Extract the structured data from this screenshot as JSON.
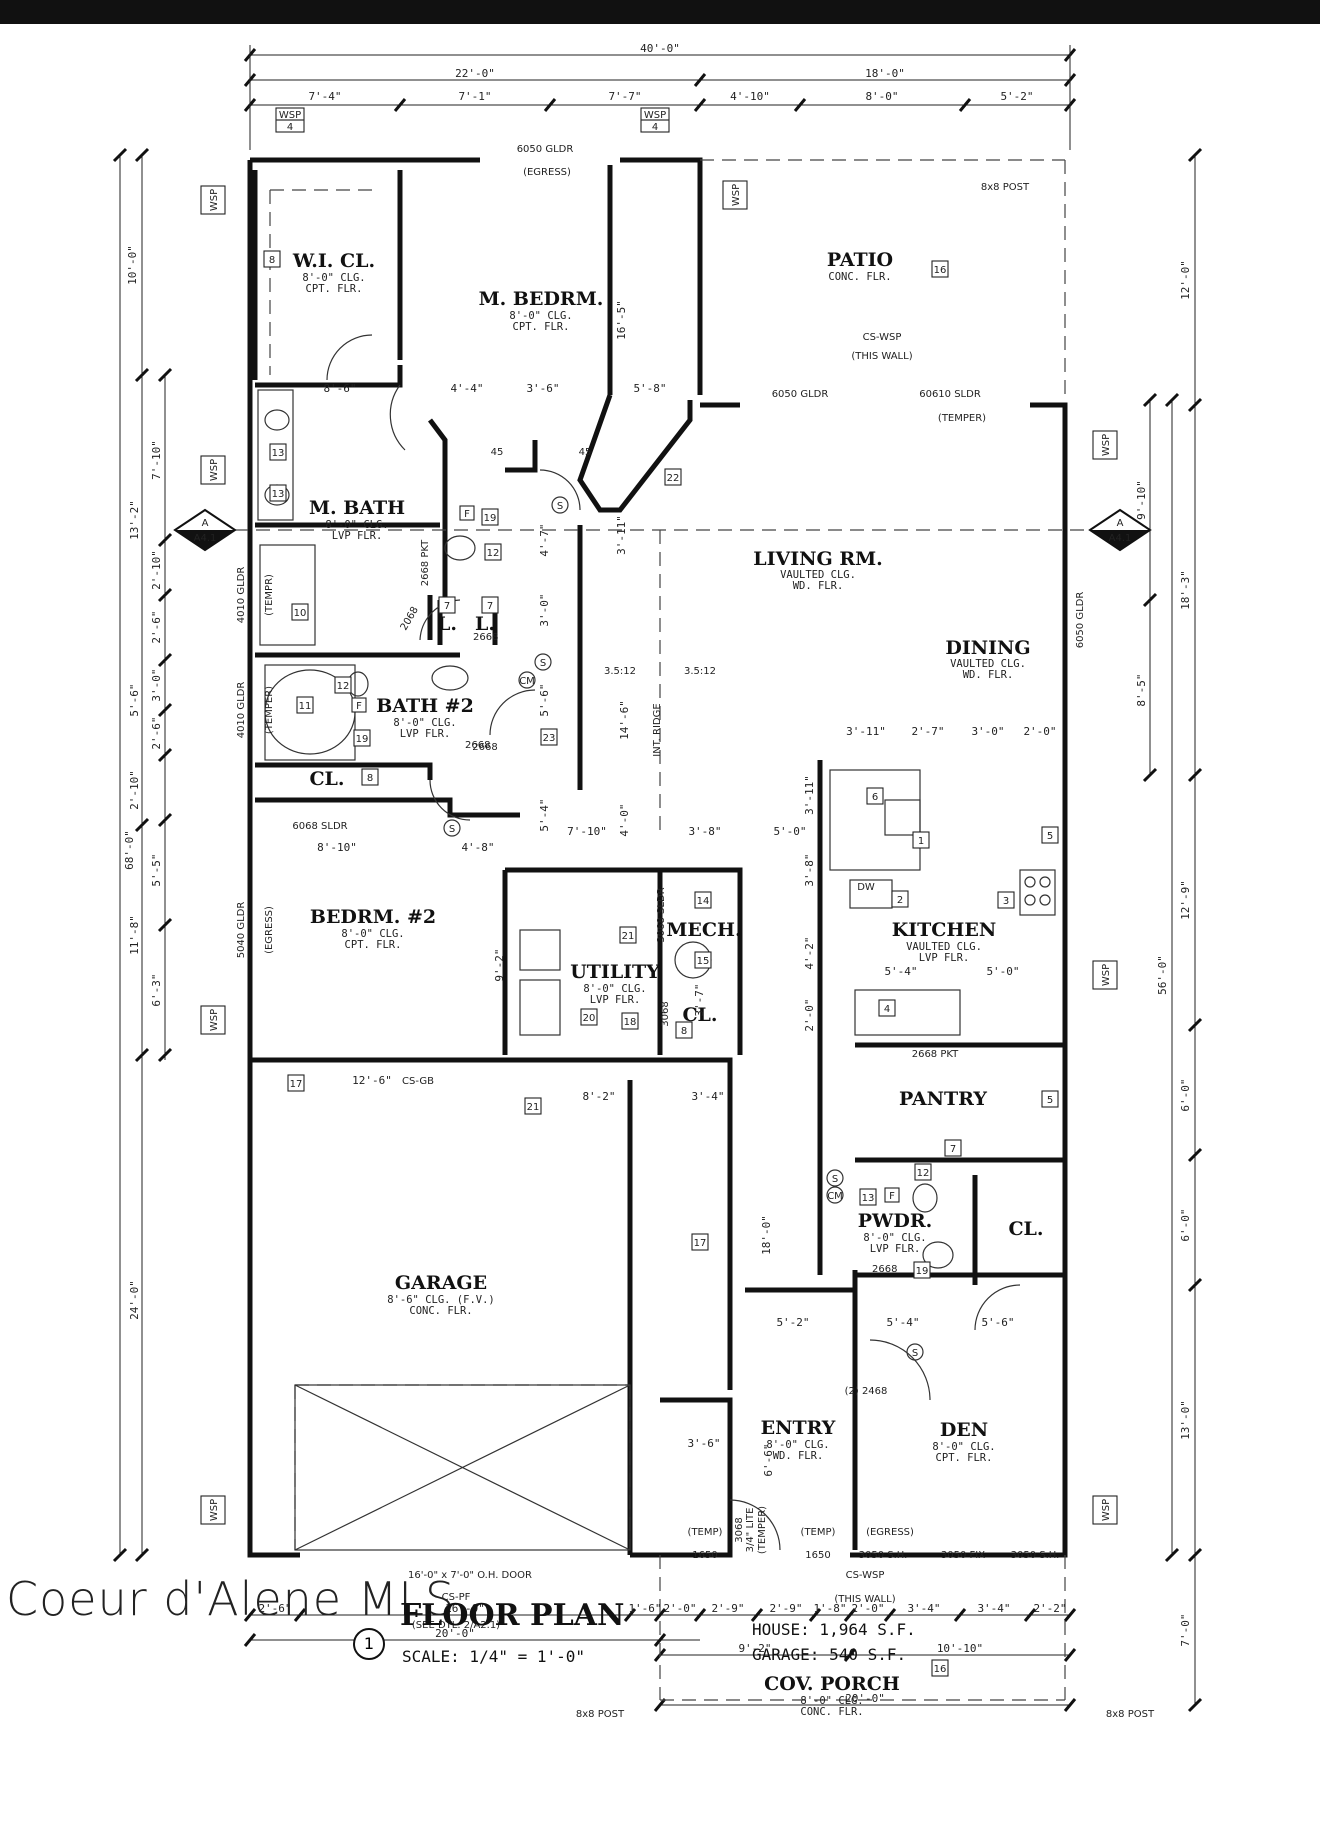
{
  "rooms": {
    "wicl": {
      "name": "W.I. CL.",
      "ceiling": "8'-0\" CLG.",
      "floor": "CPT. FLR."
    },
    "mbed": {
      "name": "M. BEDRM.",
      "ceiling": "8'-0\" CLG.",
      "floor": "CPT. FLR."
    },
    "patio": {
      "name": "PATIO",
      "floor": "CONC. FLR."
    },
    "mbath": {
      "name": "M. BATH",
      "ceiling": "8'-0\" CLG.",
      "floor": "LVP FLR."
    },
    "living": {
      "name": "LIVING RM.",
      "ceiling": "VAULTED CLG.",
      "floor": "WD. FLR."
    },
    "dining": {
      "name": "DINING",
      "ceiling": "VAULTED CLG.",
      "floor": "WD. FLR."
    },
    "bath2": {
      "name": "BATH #2",
      "ceiling": "8'-0\" CLG.",
      "floor": "LVP FLR."
    },
    "bed2": {
      "name": "BEDRM. #2",
      "ceiling": "8'-0\" CLG.",
      "floor": "CPT. FLR."
    },
    "utility": {
      "name": "UTILITY",
      "ceiling": "8'-0\" CLG.",
      "floor": "LVP FLR."
    },
    "mech": {
      "name": "MECH."
    },
    "kitchen": {
      "name": "KITCHEN",
      "ceiling": "VAULTED CLG.",
      "floor": "LVP FLR."
    },
    "pantry": {
      "name": "PANTRY"
    },
    "garage": {
      "name": "GARAGE",
      "ceiling": "8'-6\" CLG. (F.V.)",
      "floor": "CONC. FLR."
    },
    "pwdr": {
      "name": "PWDR.",
      "ceiling": "8'-0\" CLG.",
      "floor": "LVP FLR."
    },
    "entry": {
      "name": "ENTRY",
      "ceiling": "8'-0\" CLG.",
      "floor": "WD. FLR."
    },
    "den": {
      "name": "DEN",
      "ceiling": "8'-0\" CLG.",
      "floor": "CPT. FLR."
    },
    "porch": {
      "name": "COV. PORCH",
      "ceiling": "8'-0\" CLG.",
      "floor": "CONC. FLR."
    },
    "cl1": {
      "name": "CL."
    },
    "cl2": {
      "name": "CL."
    },
    "cl3": {
      "name": "CL."
    },
    "l1": {
      "name": "L."
    },
    "l2": {
      "name": "L."
    }
  },
  "dims": {
    "top_total": "40'-0\"",
    "top_left": "22'-0\"",
    "top_right": "18'-0\"",
    "top_row": [
      "7'-4\"",
      "7'-1\"",
      "7'-7\"",
      "4'-10\"",
      "8'-0\"",
      "5'-2\""
    ],
    "bottom_row": [
      "2'-6\"",
      "16'-0\"",
      "1'-6\"",
      "2'-0\"",
      "2'-9\"",
      "2'-9\"",
      "1'-8\"",
      "2'-0\"",
      "3'-4\"",
      "3'-4\"",
      "2'-2\""
    ],
    "bottom_left": "20'-0\"",
    "bottom_porch": "9'-2\"",
    "bottom_den": "10'-10\"",
    "bottom_total": "20'-0\"",
    "left_total": "68'-0\"",
    "left_a": "10'-0\"",
    "left_b": "13'-2\"",
    "left_c": "11'-8\"",
    "left_d": "24'-0\"",
    "left_e": "7'-10\"",
    "left_f": "2'-10\"",
    "left_g": "2'-6\"",
    "left_h": "3'-0\"",
    "left_i": "2'-6\"",
    "left_j": "5'-6\"",
    "left_k": "2'-10\"",
    "left_l": "5'-5\"",
    "left_m": "6'-3\"",
    "right_a": "12'-0\"",
    "right_b": "9'-10\"",
    "right_c": "18'-3\"",
    "right_d": "8'-5\"",
    "right_e": "12'-9\"",
    "right_f": "6'-0\"",
    "right_g": "6'-0\"",
    "right_h": "13'-0\"",
    "right_i": "7'-0\"",
    "right_total": "56'-0\"",
    "int": [
      "8'-6\"",
      "4'-4\"",
      "3'-6\"",
      "5'-8\"",
      "16'-5\"",
      "3'-11\"",
      "5'-6\"",
      "14'-6\"",
      "5'-4\"",
      "4'-0\"",
      "7'-10\"",
      "3'-8\"",
      "5'-0\"",
      "8'-10\"",
      "4'-8\"",
      "9'-2\"",
      "3'-11\"",
      "2'-7\"",
      "3'-0\"",
      "2'-0\"",
      "3'-11\"",
      "3'-8\"",
      "4'-2\"",
      "2'-0\"",
      "5'-4\"",
      "5'-0\"",
      "12'-6\"",
      "8'-2\"",
      "3'-4\"",
      "18'-0\"",
      "5'-2\"",
      "5'-4\"",
      "5'-6\"",
      "3'-6\"",
      "6'-6\"",
      "3'-7\"",
      "4'-7\"",
      "3'-0\""
    ]
  },
  "notes": {
    "gldr_top": "6050 GLDR",
    "egress": "(EGRESS)",
    "gldr_living": "6050 GLDR",
    "sldr_living": "60610 SLDR",
    "temper": "(TEMPER)",
    "post_tr": "8x8 POST",
    "cs_wsp": "CS-WSP",
    "this_wall": "(THIS WALL)",
    "wsp": "WSP",
    "wsp_num": "4",
    "gldr_dining": "6050 GLDR",
    "gldr_bath1": "4010 GLDR",
    "gldr_bath2": "4010 GLDR",
    "tempr": "(TEMPR)",
    "temper2": "(TEMPER)",
    "sldr_cl": "6068 SLDR",
    "gldr_bed2": "5040 GLDR",
    "egress2": "(EGRESS)",
    "cs_gb": "CS-GB",
    "ohdoor": "16'-0\" x 7'-0\" O.H. DOOR",
    "cs_pf": "CS-PF",
    "see_dtl": "(SEE DTL. 2/A2.1)",
    "post_bl": "8x8 POST",
    "post_br": "8x8 POST",
    "d2668": "2668",
    "d2068": "2068",
    "d3068": "3068",
    "d2468": "(2) 2468",
    "pkt": "2668 PKT",
    "pkt2": "2668 PKT",
    "sldr3068": "3068 SLDR",
    "temp": "(TEMP)",
    "d1650": "1650",
    "lite": "3/4\" LITE",
    "temper3": "(TEMPER)",
    "sh1": "3050 S.H.",
    "fix": "3050 FIX",
    "sh2": "3050 S.H.",
    "ridge": "INT. RIDGE",
    "pitch1": "3.5:12",
    "pitch2": "3.5:12",
    "sect": "A",
    "sect_ref": "A4.1",
    "dw": "DW",
    "deg45a": "45",
    "deg45b": "45",
    "s": "S",
    "cm": "CM",
    "f": "F"
  },
  "tags": [
    "8",
    "13",
    "13",
    "10",
    "11",
    "12",
    "19",
    "12",
    "19",
    "7",
    "7",
    "22",
    "16",
    "16",
    "1",
    "2",
    "3",
    "4",
    "5",
    "5",
    "6",
    "7",
    "12",
    "13",
    "19",
    "14",
    "15",
    "18",
    "20",
    "21",
    "21",
    "17",
    "17",
    "23",
    "8",
    "8"
  ],
  "footer": {
    "watermark": "Coeur d'Alene MLS",
    "title": "FLOOR PLAN",
    "num": "1",
    "scale": "SCALE:  1/4\" = 1'-0\"",
    "house": "HOUSE: 1,964 S.F.",
    "garage": "GARAGE: 540 S.F."
  }
}
